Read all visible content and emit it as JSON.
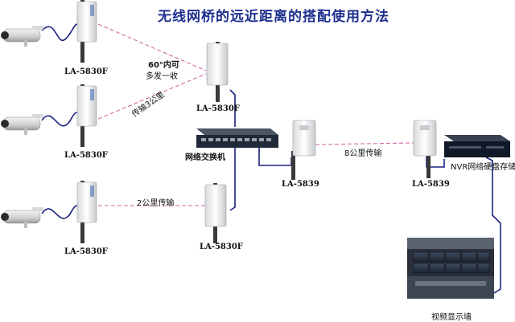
{
  "title": "无线网桥的远近距离的搭配使用方法",
  "devices": {
    "bridge_top": "LA-5830F",
    "bridge_mid": "LA-5830F",
    "bridge_bot": "LA-5830F",
    "ap_top": "LA-5830F",
    "ap_bot": "LA-5830F",
    "bridge_5839_left": "LA-5839",
    "bridge_5839_right": "LA-5839"
  },
  "labels": {
    "switch": "网络交换机",
    "nvr": "NVR网络硬盘存储",
    "video_wall": "视频显示墙"
  },
  "links": {
    "angle_line1": "60°内可",
    "angle_line2": "多发一收",
    "dist_3km": "传输3公里",
    "dist_2km": "2公里传输",
    "dist_8km": "8公里传输"
  },
  "colors": {
    "title": "#1f2f8f",
    "cable": "#1a237e",
    "wireless": "#d46aa8"
  }
}
